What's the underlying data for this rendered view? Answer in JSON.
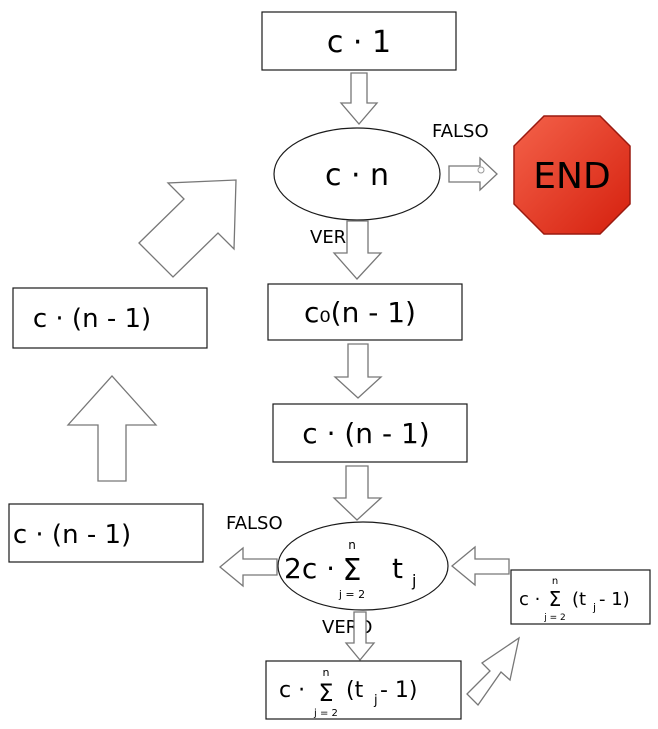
{
  "nodes": {
    "init": {
      "text": "c · 1"
    },
    "cond_n": {
      "text": "c · n"
    },
    "end": {
      "text": "END"
    },
    "box_right_1": {
      "text": "c₀(n - 1)"
    },
    "box_right_2": {
      "text": "c · (n - 1)"
    },
    "cond_sum": {
      "coef": "2c ·",
      "sum_top": "n",
      "sum_bottom": "j = 2",
      "term": "t",
      "sub": "j"
    },
    "box_sum_bottom": {
      "coef": "c ·",
      "sum_top": "n",
      "sum_bottom": "j = 2",
      "term": "(t",
      "sub": "j",
      "tail": " - 1)"
    },
    "box_sum_right": {
      "coef": "c ·",
      "sum_top": "n",
      "sum_bottom": "j = 2",
      "term": "(t",
      "sub": "j",
      "tail": " - 1)"
    },
    "box_left_1": {
      "text": "c · (n - 1)"
    },
    "box_left_2": {
      "text": "c · (n - 1)"
    }
  },
  "edge_labels": {
    "false_top": "FALSO",
    "true_top": "VERO",
    "false_bottom": "FALSO",
    "true_bottom": "VERO"
  },
  "colors": {
    "end_fill": "#e8321e",
    "end_stroke": "#9a1a10",
    "arrow_stroke": "#777777"
  }
}
